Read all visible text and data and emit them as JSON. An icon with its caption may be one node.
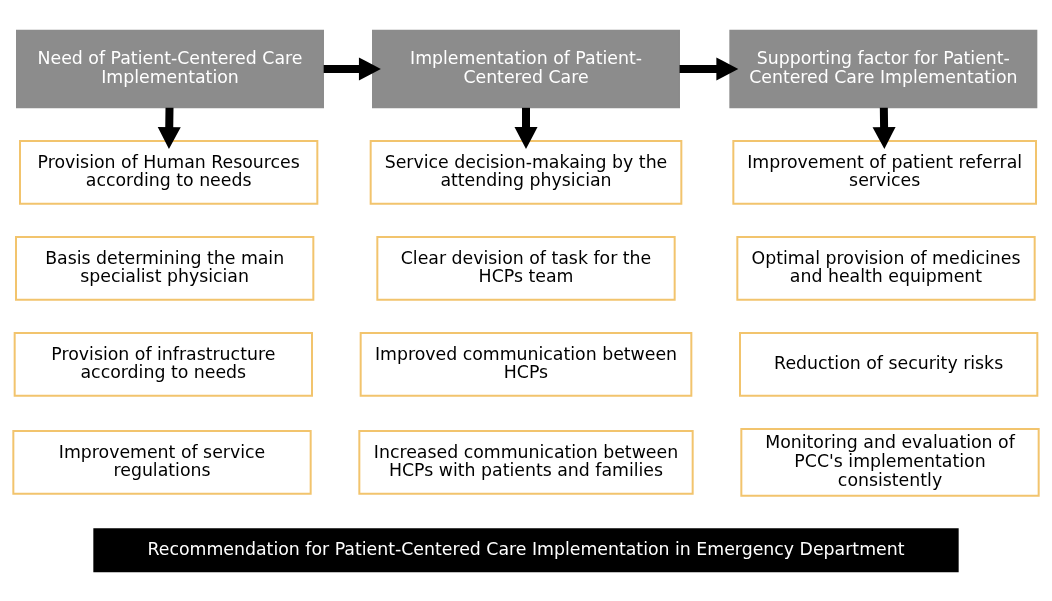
{
  "diagram": {
    "nodes": [
      {
        "text": [
          "Need of Patient-Centered Care Implementation"
        ]
      },
      {
        "text": [
          "Implementation of Patient-Centered Care"
        ]
      },
      {
        "text": [
          "Supporting factor for Patient-Centered Care Implementation"
        ]
      },
      {
        "text": [
          "Provision of Human Resources according to needs"
        ]
      },
      {
        "text": [
          "Basis determining the main specialist physician"
        ]
      },
      {
        "text": [
          "Provision of infrastructure according to needs"
        ]
      },
      {
        "text": [
          "Improvement of service regulations"
        ]
      },
      {
        "text": [
          "Service decision-makaing by the attending physician"
        ]
      },
      {
        "text": [
          "Clear devision of task for the HCPs team"
        ]
      },
      {
        "text": [
          "Improved communication between HCPs"
        ]
      },
      {
        "text": [
          "Increased communication between HCPs with patients and families"
        ]
      },
      {
        "text": [
          "Improvement of patient referral services"
        ]
      },
      {
        "text": [
          "Optimal provision of medicines and health equipment"
        ]
      },
      {
        "text": [
          "Reduction of security risks"
        ]
      },
      {
        "text": [
          "Monitoring and evaluation of PCC's implementation consistently"
        ]
      },
      {
        "text": [
          "Recommendation for Patient-Centered Care Implementation in Emergency Department"
        ]
      }
    ],
    "edges": [
      {
        "from": 0,
        "to": 1,
        "arrow": "to"
      },
      {
        "from": 1,
        "to": 2,
        "arrow": "to"
      },
      {
        "from": 0,
        "to": 3,
        "arrow": "to"
      },
      {
        "from": 1,
        "to": 7,
        "arrow": "to"
      },
      {
        "from": 2,
        "to": 11,
        "arrow": "to"
      }
    ]
  }
}
